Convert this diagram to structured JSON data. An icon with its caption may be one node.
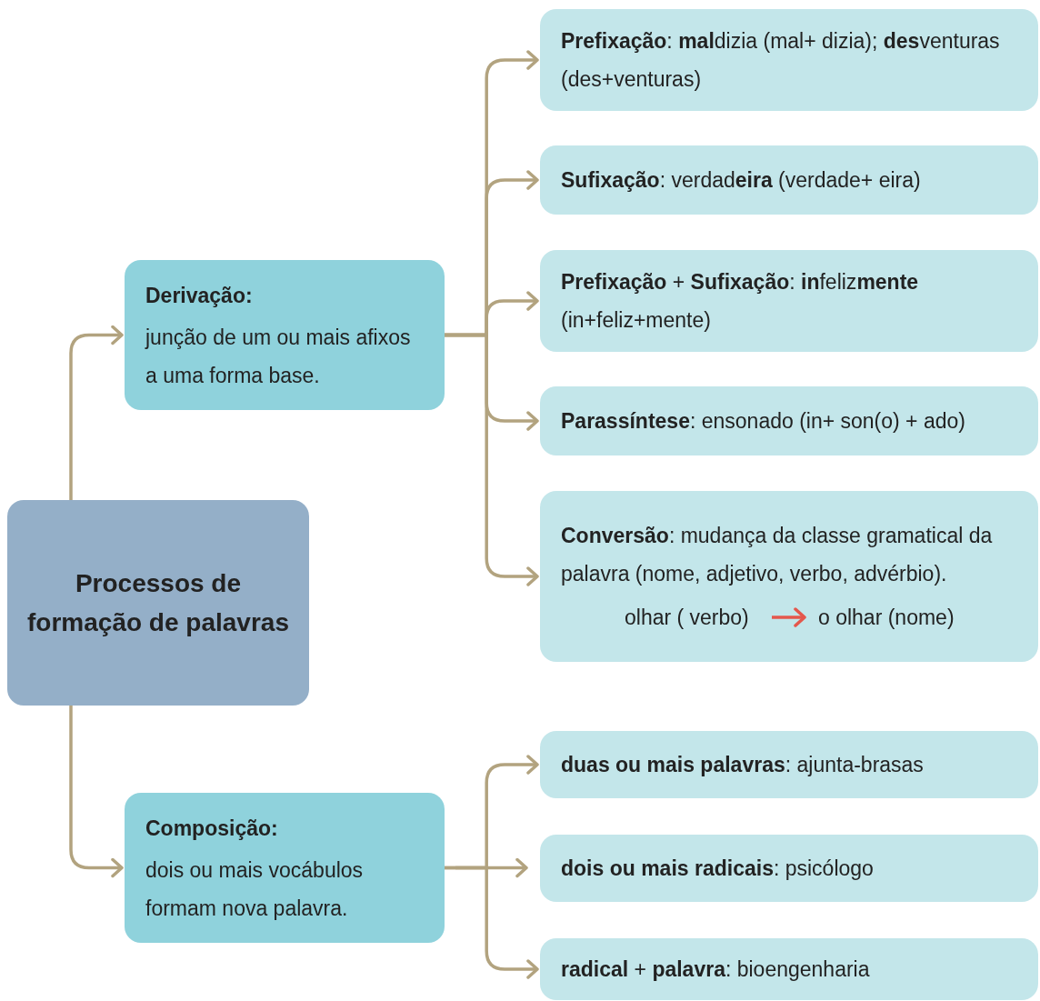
{
  "diagram": {
    "nodes": [
      {
        "text": [
          "Processos de formação de palavras"
        ]
      },
      {
        "text": [
          "Derivação:",
          "junção de um ou mais afixos a uma forma base."
        ]
      },
      {
        "text": [
          "**Prefixação**: **mal**dizia (mal+ dizia); **des**venturas (des+venturas)"
        ]
      },
      {
        "text": [
          "**Sufixação**: verdad**eira** (verdade+ eira)"
        ]
      },
      {
        "text": [
          "**Prefixação** + **Sufixação**: **in**feliz**mente** (in+feliz+mente)"
        ]
      },
      {
        "text": [
          "**Parassíntese**: ensonado (in+ son(o) + ado)"
        ]
      },
      {
        "text": [
          "**Conversão**: mudança da classe gramatical da palavra (nome, adjetivo, verbo, advérbio)."
        ]
      },
      {
        "text": [
          "olhar ( verbo)"
        ],
        "in": 6
      },
      {
        "text": [
          "o olhar (nome)"
        ],
        "in": 6
      },
      {
        "text": [
          "Composição:",
          "dois ou mais vocábulos formam nova palavra."
        ]
      },
      {
        "text": [
          "**duas ou mais palavras**: ajunta-brasas"
        ]
      },
      {
        "text": [
          "**dois ou mais radicais**: psicólogo"
        ]
      },
      {
        "text": [
          "**radical** + **palavra**: bioengenharia"
        ]
      }
    ],
    "edges": [
      {
        "from": 0,
        "to": 1,
        "arrow": "to"
      },
      {
        "from": 1,
        "to": 2,
        "arrow": "to"
      },
      {
        "from": 1,
        "to": 3,
        "arrow": "to"
      },
      {
        "from": 1,
        "to": 4,
        "arrow": "to"
      },
      {
        "from": 1,
        "to": 5,
        "arrow": "to"
      },
      {
        "from": 1,
        "to": 6,
        "arrow": "to"
      },
      {
        "from": 7,
        "to": 8,
        "arrow": "to",
        "color": "#e4574c"
      },
      {
        "from": 0,
        "to": 9,
        "arrow": "to"
      },
      {
        "from": 9,
        "to": 10,
        "arrow": "to"
      },
      {
        "from": 9,
        "to": 11,
        "arrow": "to"
      },
      {
        "from": 9,
        "to": 12,
        "arrow": "to"
      }
    ]
  }
}
